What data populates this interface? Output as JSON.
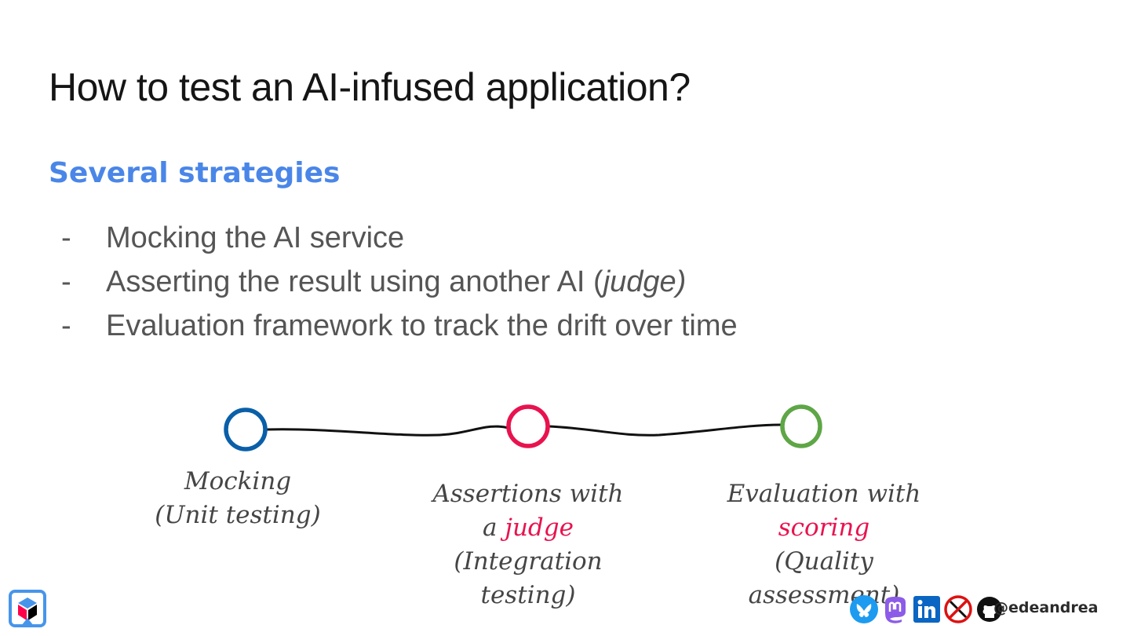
{
  "slide": {
    "title": "How to test an AI-infused application?",
    "subtitle": "Several strategies",
    "bullets": [
      {
        "dash": "-",
        "text": "Mocking the AI service",
        "italic": ""
      },
      {
        "dash": "-",
        "text": "Asserting the result using another AI (",
        "italic": "judge)"
      },
      {
        "dash": "-",
        "text": "Evaluation framework to track the drift over time",
        "italic": ""
      }
    ]
  },
  "timeline": {
    "nodes": [
      {
        "line1": "Mocking",
        "line2": "(Unit testing)",
        "color": "#0a5fa8"
      },
      {
        "line1": "Assertions with",
        "line2a": "a ",
        "highlight": "judge",
        "line3": "(Integration",
        "line4": "testing)",
        "color": "#e8134e"
      },
      {
        "line1": "Evaluation with",
        "highlight": "scoring",
        "line3": "(Quality",
        "line4": "assessment)",
        "color": "#5ea646"
      }
    ]
  },
  "footer": {
    "handle": "@edeandrea",
    "icons": [
      "bluesky-icon",
      "mastodon-icon",
      "linkedin-icon",
      "x-icon",
      "github-icon"
    ],
    "logo": "app-logo-icon"
  }
}
